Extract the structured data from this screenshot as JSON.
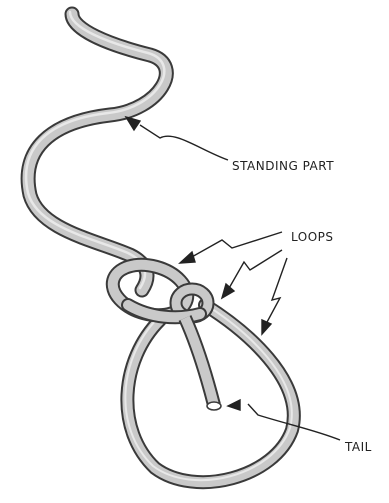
{
  "labels": {
    "standing_part": "STANDING PART",
    "loops": "LOOPS",
    "tail": "TAIL"
  },
  "colors": {
    "rope_outline": "#3a3a3a",
    "rope_fill": "#c9c9c9",
    "rope_highlight": "#e8e8e8",
    "ink": "#222222",
    "background": "#ffffff"
  }
}
